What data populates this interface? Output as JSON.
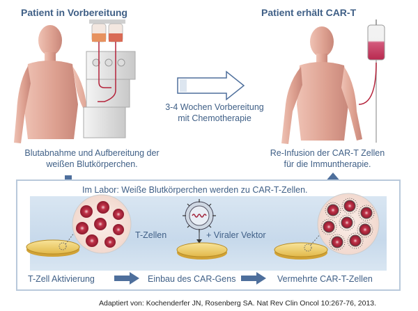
{
  "titles": {
    "left": "Patient in Vorbereitung",
    "right": "Patient erhält CAR-T"
  },
  "middle": {
    "line1": "3-4 Wochen Vorbereitung",
    "line2": "mit Chemotherapie"
  },
  "left_caption": {
    "line1": "Blutabnahme und Aufbereitung der",
    "line2": "weißen Blutkörperchen."
  },
  "right_caption": {
    "line1": "Re-Infusion der CAR-T Zellen",
    "line2": "für die Immuntherapie."
  },
  "lab": {
    "heading": "Im Labor: Weiße Blutkörperchen werden zu CAR-T-Zellen.",
    "t_cells_label": "T-Zellen",
    "vector_label": "+ Viraler Vektor"
  },
  "steps": [
    "T-Zell Aktivierung",
    "Einbau des CAR-Gens",
    "Vermehrte CAR-T-Zellen"
  ],
  "citation": "Adaptiert von: Kochenderfer JN, Rosenberg SA. Nat Rev Clin Oncol 10:267-76, 2013.",
  "colors": {
    "text": "#3f5f86",
    "skin": "#dfa89a",
    "blood": "#b4223a",
    "dish": "#f0d46e",
    "cell": "#a3263d",
    "arrow": "#4e6f9c"
  }
}
